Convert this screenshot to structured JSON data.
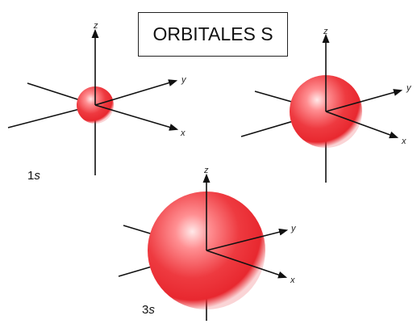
{
  "title": "ORBITALES S",
  "colors": {
    "orbital": "#e8282f",
    "highlight": "#ffe9e9",
    "axis": "#111111"
  },
  "axes": {
    "x": "x",
    "y": "y",
    "z": "z"
  },
  "orbitals": [
    {
      "number": "1",
      "letter": "s"
    },
    {
      "number": "",
      "letter": ""
    },
    {
      "number": "3",
      "letter": "s"
    }
  ]
}
